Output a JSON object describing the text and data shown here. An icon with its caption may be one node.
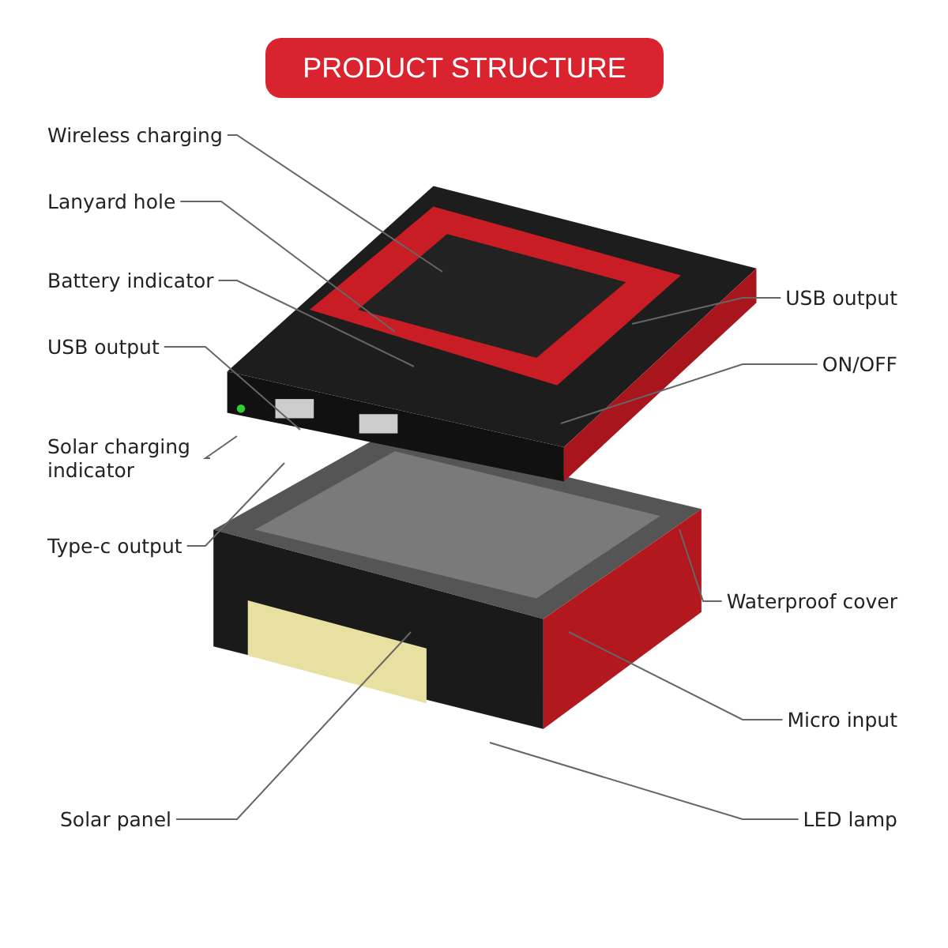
{
  "diagram": {
    "title": "PRODUCT STRUCTURE",
    "nodes": [
      {
        "text": [
          "Wireless charging"
        ]
      },
      {
        "text": [
          "Lanyard hole"
        ]
      },
      {
        "text": [
          "Battery indicator"
        ]
      },
      {
        "text": [
          "USB output"
        ]
      },
      {
        "text": [
          "Solar charging indicator"
        ]
      },
      {
        "text": [
          "Type-c output"
        ]
      },
      {
        "text": [
          "Solar panel"
        ]
      },
      {
        "text": [
          "USB output"
        ]
      },
      {
        "text": [
          "ON/OFF"
        ]
      },
      {
        "text": [
          "Waterproof cover"
        ]
      },
      {
        "text": [
          "Micro input"
        ]
      },
      {
        "text": [
          "LED lamp"
        ]
      }
    ],
    "edges": [
      {
        "from": 0,
        "to": null,
        "arrow": "none"
      },
      {
        "from": 1,
        "to": null,
        "arrow": "none"
      },
      {
        "from": 2,
        "to": null,
        "arrow": "none"
      },
      {
        "from": 3,
        "to": null,
        "arrow": "none"
      },
      {
        "from": 4,
        "to": null,
        "arrow": "none"
      },
      {
        "from": 5,
        "to": null,
        "arrow": "none"
      },
      {
        "from": 6,
        "to": null,
        "arrow": "none"
      },
      {
        "from": 7,
        "to": null,
        "arrow": "none"
      },
      {
        "from": 8,
        "to": null,
        "arrow": "none"
      },
      {
        "from": 9,
        "to": null,
        "arrow": "none"
      },
      {
        "from": 10,
        "to": null,
        "arrow": "none"
      },
      {
        "from": 11,
        "to": null,
        "arrow": "none"
      }
    ]
  }
}
